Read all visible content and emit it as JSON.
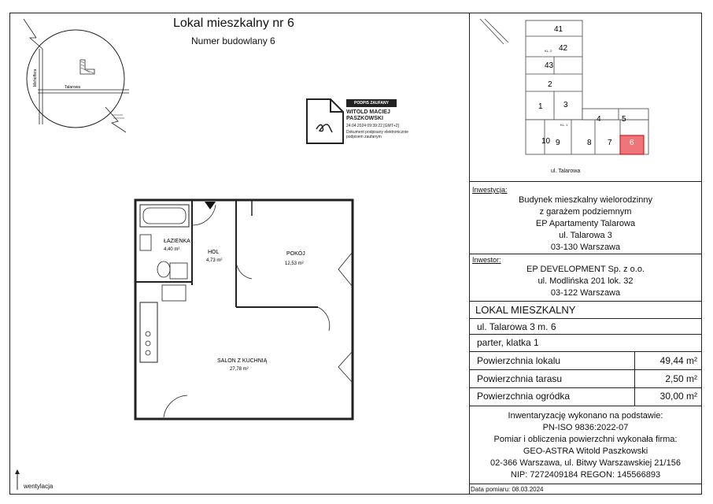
{
  "header": {
    "title": "Lokal mieszkalny nr 6",
    "subtitle": "Numer budowlany 6"
  },
  "location_map": {
    "street_horizontal": "Talarowa",
    "street_vertical": "Mehoffera"
  },
  "signature": {
    "badge": "PODPIS ZAUFANY",
    "name_line1": "WITOLD MACIEJ",
    "name_line2": "PASZKOWSKI",
    "date": "24.04.2024 09:39:22 [GMT+2]",
    "note_line1": "Dokument podpisany elektronicznie",
    "note_line2": "podpisem zaufanym"
  },
  "floor_plan": {
    "rooms": [
      {
        "name": "ŁAZIENKA",
        "area": "4,40 m²"
      },
      {
        "name": "HOL",
        "area": "4,73 m²"
      },
      {
        "name": "POKÓJ",
        "area": "12,53 m²"
      },
      {
        "name": "SALON Z KUCHNIĄ",
        "area": "27,78 m²"
      }
    ],
    "legend_wentylacja": "wentylacja"
  },
  "key_plan": {
    "units": [
      "41",
      "42",
      "43",
      "2",
      "1",
      "3",
      "4",
      "5",
      "10",
      "9",
      "8",
      "7",
      "6"
    ],
    "stair_labels": [
      "KL. 2",
      "KL. 1"
    ],
    "highlighted_unit": "6",
    "street": "ul. Talarowa"
  },
  "investment": {
    "label": "Inwestycja:",
    "lines": [
      "Budynek mieszkalny wielorodzinny",
      "z garażem podziemnym",
      "EP Apartamenty Talarowa",
      "ul. Talarowa 3",
      "03-130 Warszawa"
    ]
  },
  "investor": {
    "label": "Inwestor:",
    "lines": [
      "EP DEVELOPMENT Sp. z o.o.",
      "ul. Modlińska 201 lok. 32",
      "03-122 Warszawa"
    ]
  },
  "unit": {
    "type": "LOKAL MIESZKALNY",
    "address": "ul. Talarowa 3 m. 6",
    "floor": "parter, klatka 1"
  },
  "areas": [
    {
      "label": "Powierzchnia lokalu",
      "value": "49,44  m²"
    },
    {
      "label": "Powierzchnia tarasu",
      "value": "2,50  m²"
    },
    {
      "label": "Powierzchnia ogródka",
      "value": "30,00  m²"
    }
  ],
  "footer": {
    "lines": [
      "Inwentaryzację wykonano na podstawie:",
      "PN-ISO 9836:2022-07",
      "Pomiar i obliczenia powierzchni wykonała firma:",
      "GEO-ASTRA Witold Paszkowski",
      "02-366 Warszawa, ul. Bitwy Warszawskiej  21/156",
      "NIP: 7272409184 REGON: 145566893"
    ],
    "date": "Data pomiaru: 08.03.2024"
  },
  "colors": {
    "highlight": "#e8484d",
    "line": "#222222"
  }
}
